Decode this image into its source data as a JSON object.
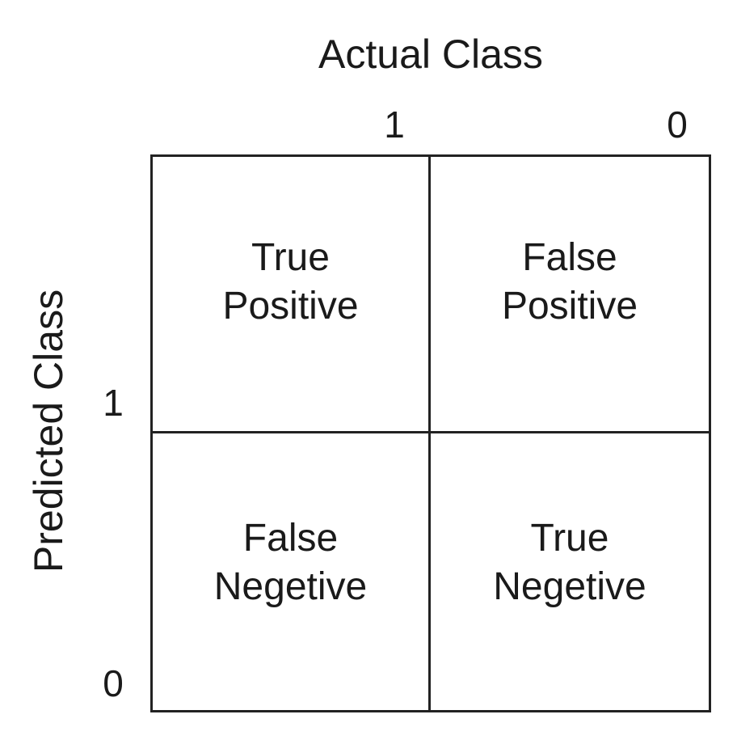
{
  "actual_axis": {
    "title": "Actual Class",
    "labels": [
      "1",
      "0"
    ]
  },
  "predicted_axis": {
    "title": "Predicted Class",
    "labels": [
      "1",
      "0"
    ]
  },
  "cells": {
    "top_left": {
      "line1": "True",
      "line2": "Positive"
    },
    "top_right": {
      "line1": "False",
      "line2": "Positive"
    },
    "bottom_left": {
      "line1": "False",
      "line2": "Negetive"
    },
    "bottom_right": {
      "line1": "True",
      "line2": "Negetive"
    }
  }
}
